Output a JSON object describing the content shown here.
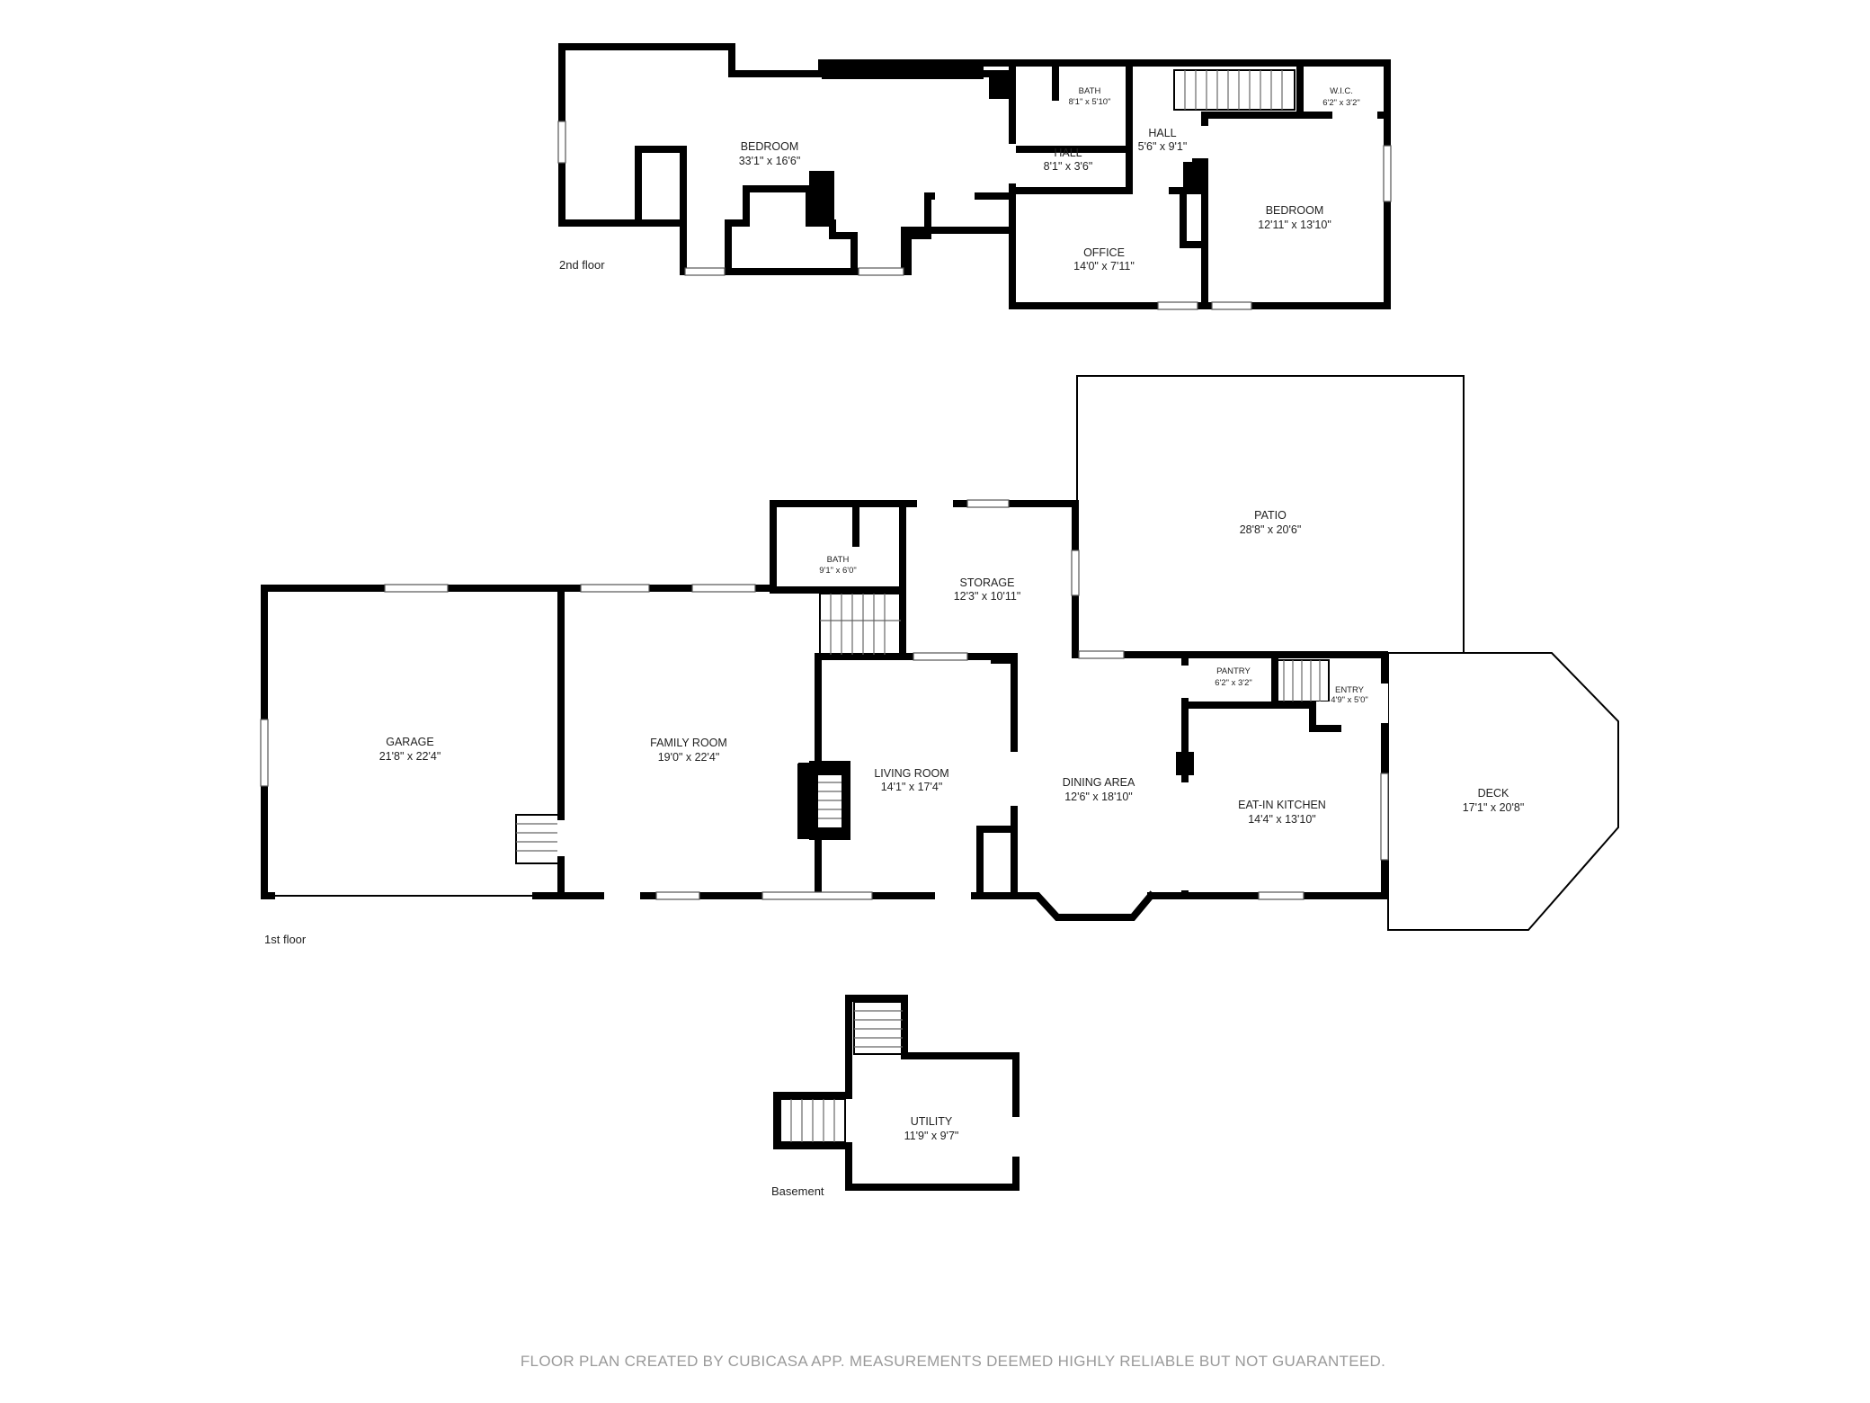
{
  "floors": [
    {
      "label": "2nd floor",
      "rooms": [
        {
          "name": "BEDROOM",
          "size": "33'1\" x 16'6\""
        },
        {
          "name": "BATH",
          "size": "8'1\" x 5'10\""
        },
        {
          "name": "HALL",
          "size": "8'1\" x 3'6\""
        },
        {
          "name": "HALL",
          "size": "5'6\" x 9'1\""
        },
        {
          "name": "W.I.C.",
          "size": "6'2\" x 3'2\""
        },
        {
          "name": "BEDROOM",
          "size": "12'11\" x 13'10\""
        },
        {
          "name": "OFFICE",
          "size": "14'0\" x 7'11\""
        }
      ]
    },
    {
      "label": "1st floor",
      "rooms": [
        {
          "name": "BATH",
          "size": "9'1\" x 6'0\""
        },
        {
          "name": "STORAGE",
          "size": "12'3\" x 10'11\""
        },
        {
          "name": "PATIO",
          "size": "28'8\" x 20'6\""
        },
        {
          "name": "GARAGE",
          "size": "21'8\" x 22'4\""
        },
        {
          "name": "FAMILY ROOM",
          "size": "19'0\" x 22'4\""
        },
        {
          "name": "LIVING ROOM",
          "size": "14'1\" x 17'4\""
        },
        {
          "name": "DINING AREA",
          "size": "12'6\" x 18'10\""
        },
        {
          "name": "PANTRY",
          "size": "6'2\" x 3'2\""
        },
        {
          "name": "ENTRY",
          "size": "4'9\" x 5'0\""
        },
        {
          "name": "EAT-IN KITCHEN",
          "size": "14'4\" x 13'10\""
        },
        {
          "name": "DECK",
          "size": "17'1\" x 20'8\""
        }
      ]
    },
    {
      "label": "Basement",
      "rooms": [
        {
          "name": "UTILITY",
          "size": "11'9\" x 9'7\""
        }
      ]
    }
  ],
  "footer": "FLOOR PLAN CREATED BY CUBICASA APP. MEASUREMENTS DEEMED HIGHLY RELIABLE BUT NOT GUARANTEED."
}
